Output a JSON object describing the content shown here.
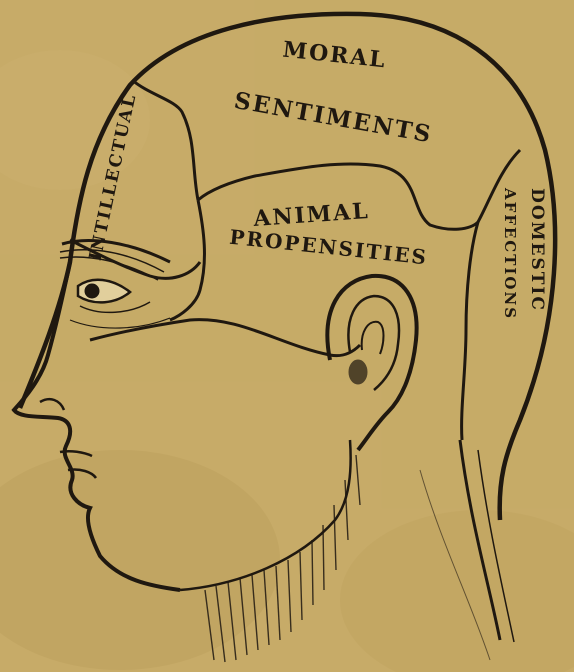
{
  "regions": {
    "moral_line1": "MORAL",
    "moral_line2": "SENTIMENTS",
    "intellectual": "INTILLECTUAL",
    "animal_line1": "ANIMAL",
    "animal_line2": "PROPENSITIES",
    "domestic_line1": "DOMESTIC",
    "domestic_line2": "AFFECTIONS"
  },
  "colors": {
    "paper": "#c7ab68",
    "ink": "#1f1810",
    "stain": "#b89b57"
  }
}
